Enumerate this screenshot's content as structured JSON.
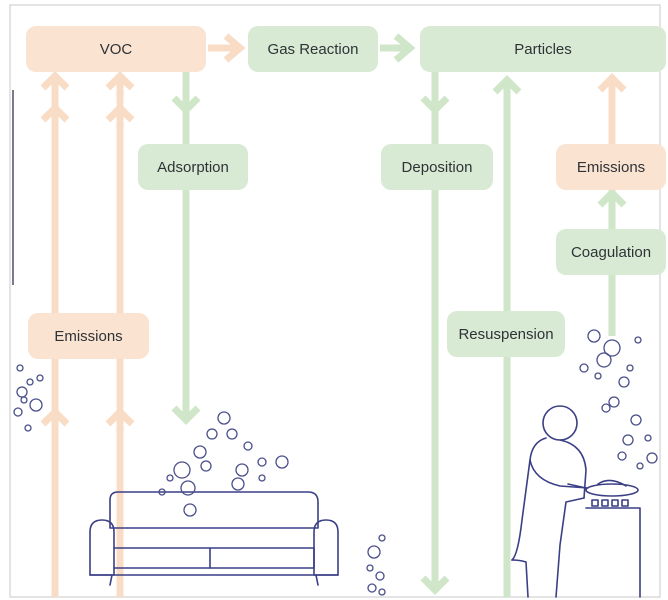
{
  "diagram": {
    "nodes": {
      "voc": "VOC",
      "gas_reaction": "Gas Reaction",
      "particles": "Particles",
      "adsorption": "Adsorption",
      "deposition": "Deposition",
      "emissions_left": "Emissions",
      "emissions_right": "Emissions",
      "coagulation": "Coagulation",
      "resuspension": "Resuspension"
    },
    "colors": {
      "voc_fill": "#fbe3d1",
      "voc_arrow": "#f8dcc6",
      "particle_fill": "#d8ead3",
      "particle_arrow": "#cfe6c9",
      "line_art": "#3a3f86",
      "bubbles": "#4a4f8a"
    },
    "icons": [
      "sofa-icon",
      "person-cooking-icon",
      "bubbles-icon"
    ]
  }
}
